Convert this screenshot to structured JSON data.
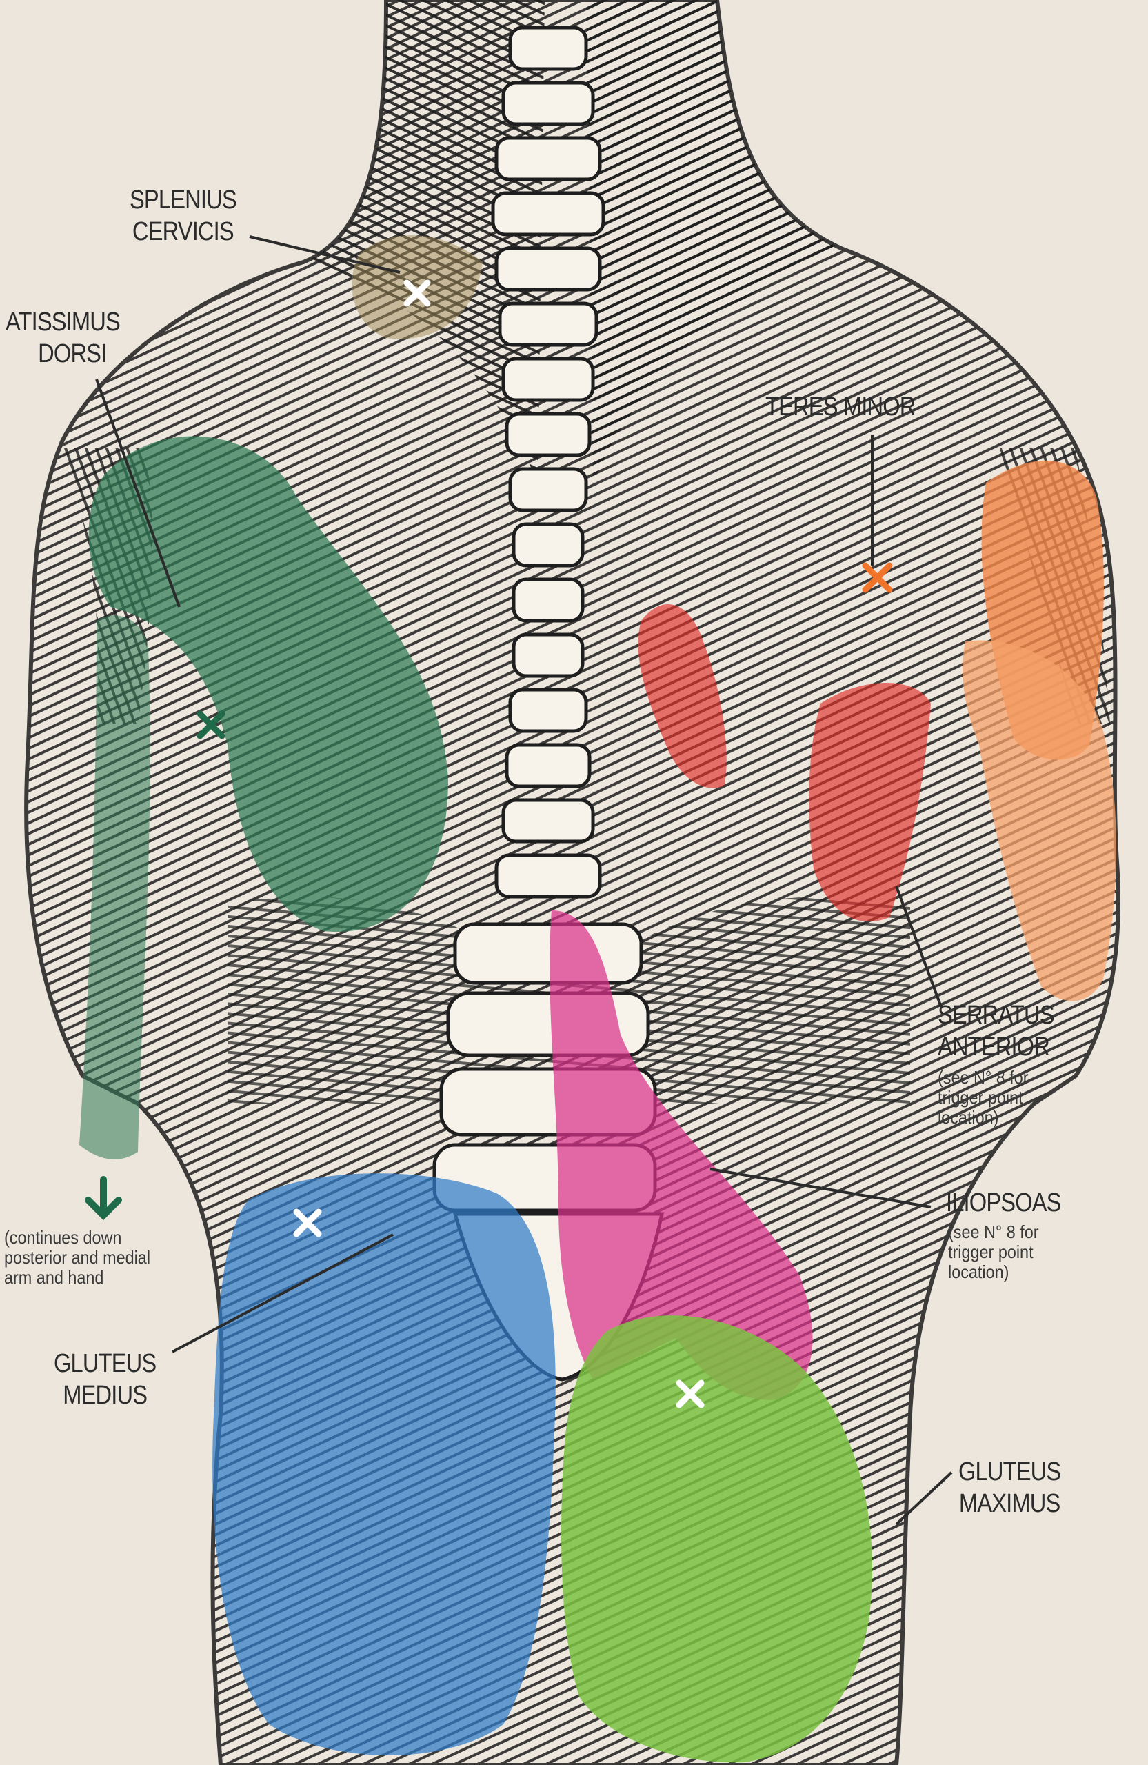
{
  "labels": {
    "splenius_cervicis": [
      "SPLENIUS",
      "CERVICIS"
    ],
    "latissimus_dorsi": [
      "ATISSIMUS",
      "DORSI"
    ],
    "teres_minor": [
      "TERES MINOR"
    ],
    "serratus_anterior": [
      "SERRATUS",
      "ANTERIOR"
    ],
    "serratus_note": [
      "(see N° 8 for",
      "trigger point",
      "location)"
    ],
    "iliopsoas": [
      "ILIOPSOAS"
    ],
    "iliopsoas_note": [
      "(see N° 8 for",
      "trigger point",
      "location)"
    ],
    "arm_note": [
      "(continues down",
      "posterior and medial",
      "arm and hand"
    ],
    "gluteus_medius": [
      "GLUTEUS",
      "MEDIUS"
    ],
    "gluteus_maximus": [
      "GLUTEUS",
      "MAXIMUS"
    ]
  },
  "icons": {
    "arrow": "down-arrow-icon",
    "trigger_point": "x-mark-icon"
  },
  "colors": {
    "background": "#ece6dc",
    "latissimus_dorsi": "#2f7a55",
    "teres_minor": "#f0874a",
    "serratus_anterior": "#e0302a",
    "iliopsoas": "#d9328a",
    "gluteus_medius": "#2f7cc8",
    "gluteus_maximus": "#7bc242",
    "splenius_cervicis": "#a08a55",
    "muscle_line": "#1e1e1e",
    "trigger_white": "#ffffff"
  }
}
